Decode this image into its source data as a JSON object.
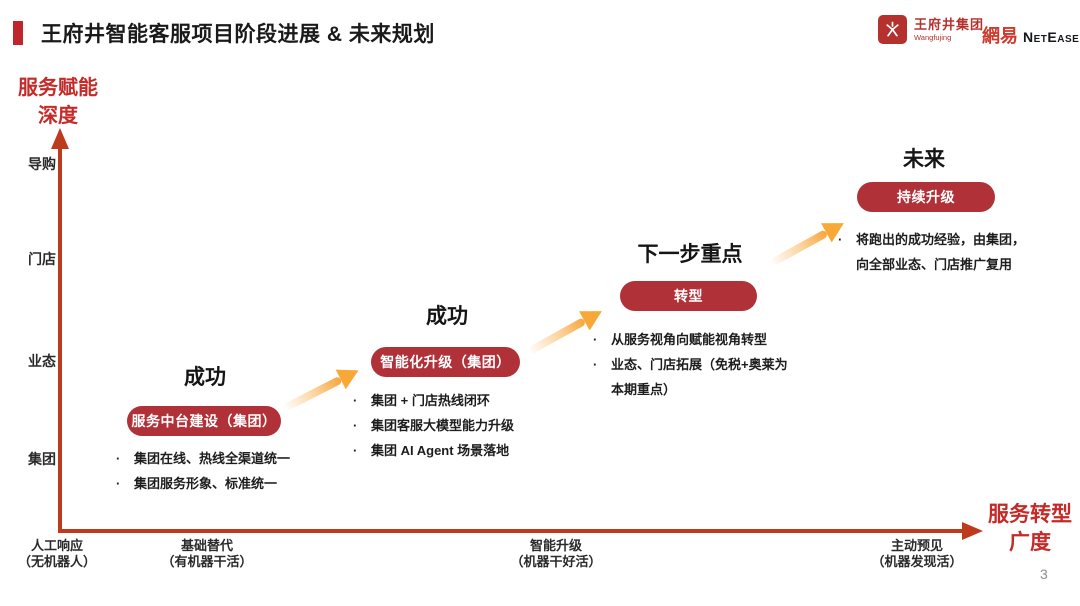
{
  "header": {
    "title": "王府井智能客服项目阶段进展 & 未来规划"
  },
  "logos": {
    "wangfujing": {
      "name": "王府井集团",
      "sub": "Wangfujing"
    },
    "netease": {
      "cn": "網易",
      "en": "NetEase"
    }
  },
  "diagram": {
    "y_axis": {
      "label": [
        "服务赋能",
        "深度"
      ],
      "ticks": [
        "导购",
        "门店",
        "业态",
        "集团"
      ]
    },
    "x_axis": {
      "label": [
        "服务转型",
        "广度"
      ],
      "ticks": [
        [
          "人工响应",
          "（无机器人）"
        ],
        [
          "基础替代",
          "（有机器干活）"
        ],
        [
          "智能升级",
          "（机器干好活）"
        ],
        [
          "主动预见",
          "（机器发现活）"
        ]
      ]
    },
    "stages": [
      {
        "heading": "成功",
        "pill": "服务中台建设（集团）",
        "bullets": [
          "集团在线、热线全渠道统一",
          "集团服务形象、标准统一"
        ]
      },
      {
        "heading": "成功",
        "pill": "智能化升级（集团）",
        "bullets": [
          "集团 + 门店热线闭环",
          "集团客服大模型能力升级",
          "集团 AI Agent 场景落地"
        ]
      },
      {
        "heading": "下一步重点",
        "pill": "转型",
        "bullets": [
          "从服务视角向赋能视角转型",
          "业态、门店拓展（免税+奥莱为本期重点）"
        ]
      },
      {
        "heading": "未来",
        "pill": "持续升级",
        "bullets": [
          "将跑出的成功经验，由集团，向全部业态、门店推广复用"
        ]
      }
    ]
  },
  "page_number": "3",
  "colors": {
    "accent_red": "#C42B28",
    "title_bar_red": "#C0242C",
    "pill_red": "#B03138",
    "axis_red": "#BD3A1D",
    "arrow_orange": "#F7A63C"
  }
}
